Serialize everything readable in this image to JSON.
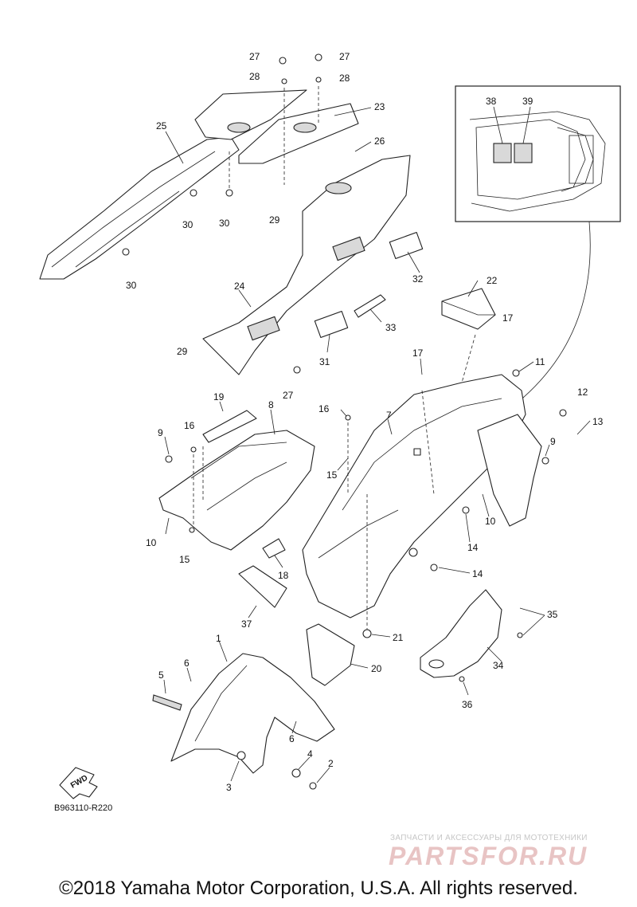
{
  "callouts": [
    {
      "id": "c-27a",
      "text": "27"
    },
    {
      "id": "c-28a",
      "text": "28"
    },
    {
      "id": "c-27b",
      "text": "27"
    },
    {
      "id": "c-28b",
      "text": "28"
    },
    {
      "id": "c-23",
      "text": "23"
    },
    {
      "id": "c-25",
      "text": "25"
    },
    {
      "id": "c-26",
      "text": "26"
    },
    {
      "id": "c-30a",
      "text": "30"
    },
    {
      "id": "c-30b",
      "text": "30"
    },
    {
      "id": "c-29a",
      "text": "29"
    },
    {
      "id": "c-30c",
      "text": "30"
    },
    {
      "id": "c-32",
      "text": "32"
    },
    {
      "id": "c-24",
      "text": "24"
    },
    {
      "id": "c-22",
      "text": "22"
    },
    {
      "id": "c-17a",
      "text": "17"
    },
    {
      "id": "c-33",
      "text": "33"
    },
    {
      "id": "c-29b",
      "text": "29"
    },
    {
      "id": "c-31",
      "text": "31"
    },
    {
      "id": "c-17b",
      "text": "17"
    },
    {
      "id": "c-11",
      "text": "11"
    },
    {
      "id": "c-27c",
      "text": "27"
    },
    {
      "id": "c-12",
      "text": "12"
    },
    {
      "id": "c-19",
      "text": "19"
    },
    {
      "id": "c-8",
      "text": "8"
    },
    {
      "id": "c-16a",
      "text": "16"
    },
    {
      "id": "c-7",
      "text": "7"
    },
    {
      "id": "c-13",
      "text": "13"
    },
    {
      "id": "c-9a",
      "text": "9"
    },
    {
      "id": "c-16b",
      "text": "16"
    },
    {
      "id": "c-9b",
      "text": "9"
    },
    {
      "id": "c-15a",
      "text": "15"
    },
    {
      "id": "c-10a",
      "text": "10"
    },
    {
      "id": "c-10b",
      "text": "10"
    },
    {
      "id": "c-15b",
      "text": "15"
    },
    {
      "id": "c-14a",
      "text": "14"
    },
    {
      "id": "c-18",
      "text": "18"
    },
    {
      "id": "c-14b",
      "text": "14"
    },
    {
      "id": "c-37",
      "text": "37"
    },
    {
      "id": "c-35",
      "text": "35"
    },
    {
      "id": "c-21",
      "text": "21"
    },
    {
      "id": "c-1",
      "text": "1"
    },
    {
      "id": "c-6a",
      "text": "6"
    },
    {
      "id": "c-34",
      "text": "34"
    },
    {
      "id": "c-20",
      "text": "20"
    },
    {
      "id": "c-5",
      "text": "5"
    },
    {
      "id": "c-36",
      "text": "36"
    },
    {
      "id": "c-6b",
      "text": "6"
    },
    {
      "id": "c-4",
      "text": "4"
    },
    {
      "id": "c-2",
      "text": "2"
    },
    {
      "id": "c-3",
      "text": "3"
    },
    {
      "id": "c-38",
      "text": "38"
    },
    {
      "id": "c-39",
      "text": "39"
    }
  ],
  "fwd_label": "FWD",
  "diagram_code": "B963110-R220",
  "watermark": {
    "line1": "ЗАПЧАСТИ И АКСЕССУАРЫ ДЛЯ МОТОТЕХНИКИ",
    "line2": "PARTSFOR.RU",
    "color": "#e8c4c4"
  },
  "copyright": "©2018 Yamaha Motor Corporation, U.S.A. All rights reserved."
}
